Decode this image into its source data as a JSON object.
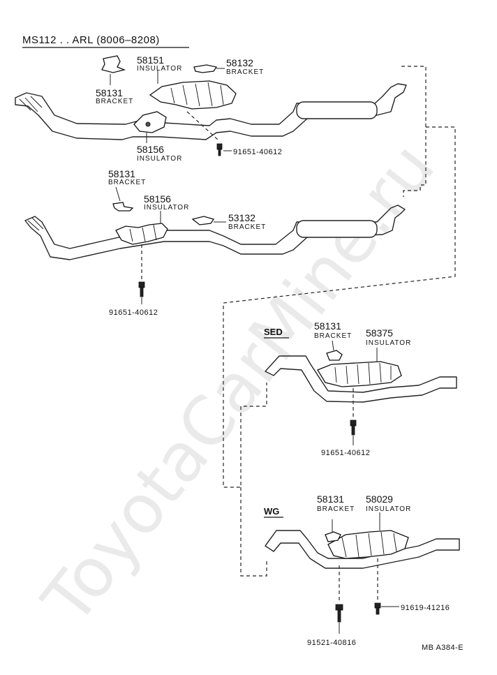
{
  "header": {
    "title": "MS112 . . ARL (8006–8208)"
  },
  "footer": {
    "code": "MB  A384-E"
  },
  "watermark": {
    "text": "ToyotaCarMine.ru"
  },
  "sections": {
    "arl_upper": {
      "labels": [
        {
          "part": "58151",
          "desc": "INSULATOR"
        },
        {
          "part": "58132",
          "desc": "BRACKET"
        },
        {
          "part": "58131",
          "desc": "BRACKET"
        },
        {
          "part": "58156",
          "desc": "INSULATOR"
        },
        {
          "part": "91651-40612",
          "desc": ""
        }
      ]
    },
    "arl_lower": {
      "labels": [
        {
          "part": "58131",
          "desc": "BRACKET"
        },
        {
          "part": "58156",
          "desc": "INSULATOR"
        },
        {
          "part": "53132",
          "desc": "BRACKET"
        },
        {
          "part": "91651-40612",
          "desc": ""
        }
      ]
    },
    "sed": {
      "variant": "SED",
      "labels": [
        {
          "part": "58131",
          "desc": "BRACKET"
        },
        {
          "part": "58375",
          "desc": "INSULATOR"
        },
        {
          "part": "91651-40612",
          "desc": ""
        }
      ]
    },
    "wg": {
      "variant": "WG",
      "labels": [
        {
          "part": "58131",
          "desc": "BRACKET"
        },
        {
          "part": "58029",
          "desc": "INSULATOR"
        },
        {
          "part": "91619-41216",
          "desc": ""
        },
        {
          "part": "91521-40816",
          "desc": ""
        }
      ]
    }
  }
}
